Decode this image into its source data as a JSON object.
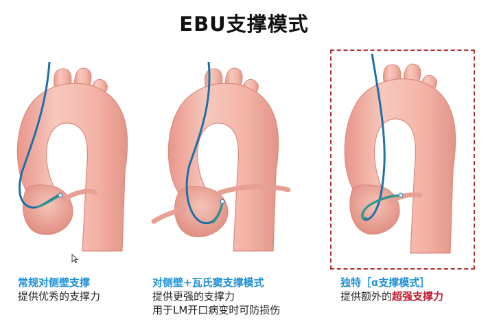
{
  "title": "EBU支撑模式",
  "panels": [
    {
      "title": "常规对侧壁支撑",
      "lines": [
        "提供优秀的支撑力"
      ]
    },
    {
      "title": "对侧壁+瓦氏窦支撑模式",
      "lines": [
        "提供更强的支撑力",
        "用于LM开口病变时可防损伤"
      ]
    },
    {
      "title": "独特［α支撑模式］",
      "line_prefix": "提供额外的",
      "line_emphasis": "超强支撑力"
    }
  ],
  "colors": {
    "aorta": "#f2b3a6",
    "aorta_dark": "#d98a7c",
    "catheter": "#1f6fa6",
    "tip": "#2a9a8a",
    "title_blue": "#1e8fd8",
    "emphasis_red": "#c0182a",
    "box_border": "#b22a2a"
  },
  "icons": [
    "mouse-cursor-icon"
  ]
}
